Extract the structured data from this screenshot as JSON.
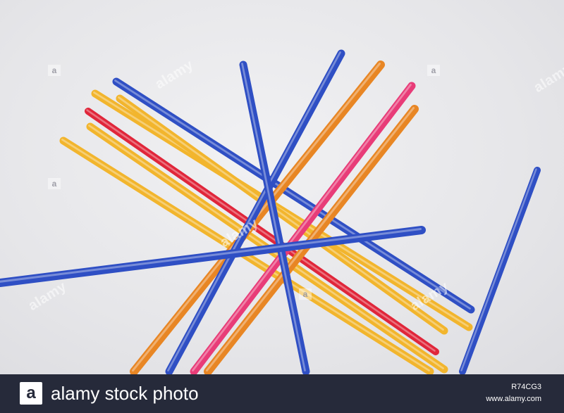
{
  "photo": {
    "subject": "colorful-drinking-straws",
    "straw_colors": {
      "blue": "#2f4fc4",
      "orange": "#e88624",
      "yellow": "#f2b52d",
      "red": "#e0263a",
      "pink": "#e83c78"
    },
    "background_color": "#e9e9eb"
  },
  "watermark": {
    "text": "alamy",
    "badge": "a"
  },
  "footer": {
    "logo_letter": "a",
    "brand_text": "alamy stock photo",
    "image_id": "R74CG3",
    "site": "www.alamy.com",
    "bar_color": "#262a3a"
  }
}
